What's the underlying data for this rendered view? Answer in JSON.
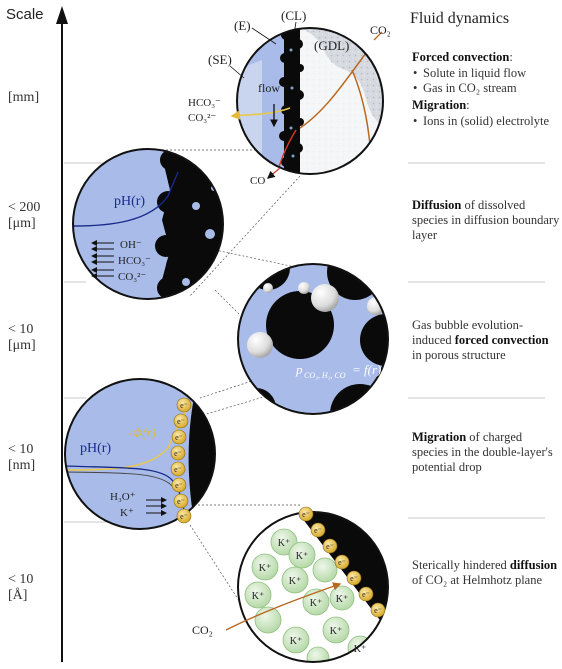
{
  "header": {
    "scale_title": "Scale",
    "fluid_title": "Fluid dynamics"
  },
  "scale_labels": [
    {
      "line1": "[mm]",
      "line2": ""
    },
    {
      "line1": "< 200",
      "line2": "[μm]"
    },
    {
      "line1": "< 10",
      "line2": "[μm]"
    },
    {
      "line1": "< 10",
      "line2": "[nm]"
    },
    {
      "line1": "< 10",
      "line2": "[Å]"
    }
  ],
  "descriptions": {
    "d1": {
      "h1": "Forced convection",
      "h1_suffix": ":",
      "b1": "Solute in liquid flow",
      "b2": "Gas in CO₂ stream",
      "h2": "Migration",
      "h2_suffix": ":",
      "b3": "Ions in (solid) electrolyte"
    },
    "d2": {
      "strong": "Diffusion",
      "rest": " of dissolved species in diffusion boundary layer"
    },
    "d3": {
      "pre": "Gas bubble evolution-induced ",
      "strong": "forced convection",
      "post": " in porous structure"
    },
    "d4": {
      "strong": "Migration",
      "rest": " of charged species in the double-layer's potential drop"
    },
    "d5": {
      "pre": "Sterically hindered ",
      "strong": "diffusion",
      "post": " of CO₂ at Helmhotz plane"
    }
  },
  "circle1": {
    "label_E": "(E)",
    "label_CL": "(CL)",
    "label_GDL": "(GDL)",
    "label_SE": "(SE)",
    "co2": "CO₂",
    "flow": "flow",
    "hco3": "HCO₃⁻",
    "co3": "CO₃²⁻",
    "co": "CO"
  },
  "circle2": {
    "ph": "pH(r)",
    "oh": "OH⁻",
    "hco3": "HCO₃⁻",
    "co3": "CO₃²⁻"
  },
  "circle3": {
    "pressure": "p",
    "sub": "CO₂, H₂, CO",
    "eq": "= f(r)"
  },
  "circle4": {
    "phi": "-Φ(r)",
    "ph": "pH(r)",
    "h3o": "H₃O⁺",
    "k": "K⁺",
    "electron": "e⁻"
  },
  "circle5": {
    "k": "K⁺",
    "electron": "e⁻",
    "co2": "CO₂"
  },
  "colors": {
    "electrolyte": "#a9bbe8",
    "axis": "#111111",
    "carbon": "#0a0a0a",
    "co2_arrow": "#b8671e",
    "yellow_line": "#e9c84a",
    "red_line": "#d23a2a",
    "electron": "#e8c454",
    "potassium": "#cfe6c5",
    "gdl": "#c7ccd3"
  }
}
